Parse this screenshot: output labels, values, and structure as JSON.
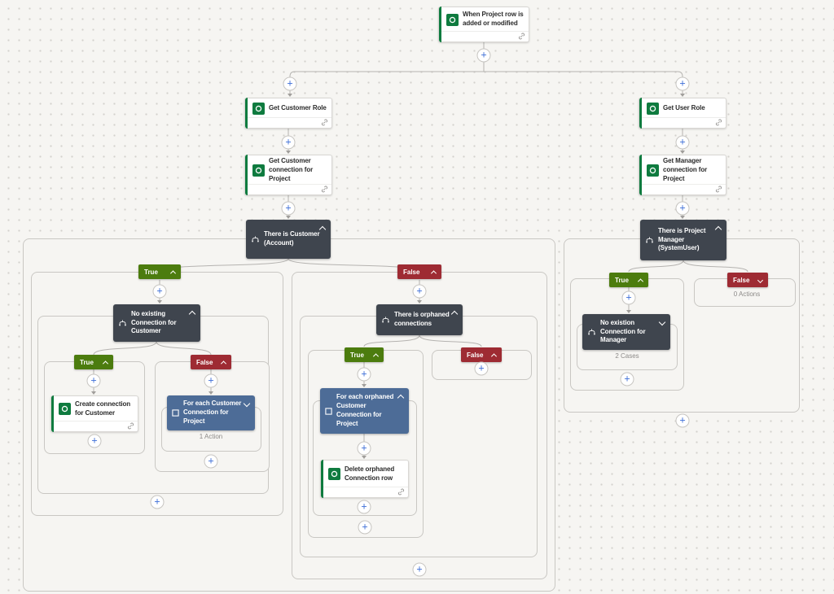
{
  "badges": {
    "true_label": "True",
    "false_label": "False"
  },
  "nodes": {
    "trigger": {
      "title": "When Project row is added or modified"
    },
    "get_customer_role": {
      "title": "Get Customer Role"
    },
    "get_customer_connection": {
      "title": "Get Customer connection for Project"
    },
    "get_user_role": {
      "title": "Get User Role"
    },
    "get_manager_connection": {
      "title": "Get Manager connection for Project"
    },
    "there_is_customer": {
      "title": "There is Customer (Account)"
    },
    "no_existing_connection": {
      "title": "No existing Connection for Customer"
    },
    "create_connection": {
      "title": "Create connection for Customer"
    },
    "for_each_customer": {
      "title": "For each Customer Connection for Project",
      "count": "1 Action"
    },
    "there_is_orphaned": {
      "title": "There is orphaned connections"
    },
    "for_each_orphaned": {
      "title": "For each orphaned Customer Connection for Project"
    },
    "delete_orphaned": {
      "title": "Delete orphaned Connection row"
    },
    "there_is_project_manager": {
      "title": "There is Project Manager (SystemUser)"
    },
    "no_existion_connection": {
      "title": "No existion Connection for Manager",
      "count": "2 Cases"
    },
    "pm_false_branch": {
      "count": "0 Actions"
    }
  },
  "colors": {
    "true_badge": "#4c7c0e",
    "false_badge": "#9e2b33",
    "condition_card": "#3f454e",
    "loop_card": "#4d6c97",
    "dataverse_green": "#0f7b3f",
    "add_button_plus": "#3f70d8",
    "connector_line": "#b5b3b0"
  }
}
